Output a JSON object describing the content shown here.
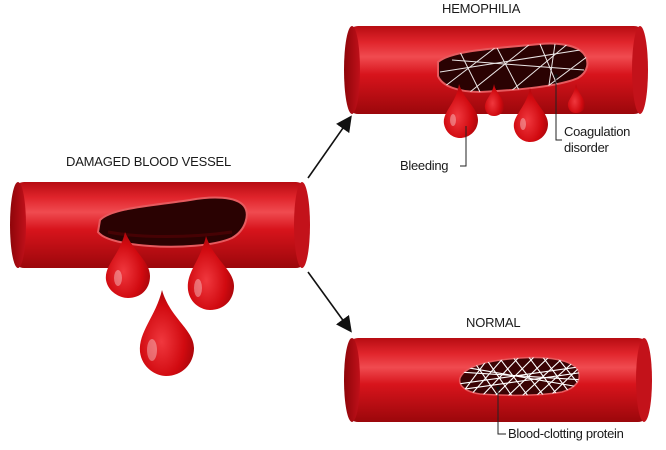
{
  "labels": {
    "damaged": "DAMAGED BLOOD VESSEL",
    "hemophilia": "HEMOPHILIA",
    "normal": "NORMAL",
    "bleeding": "Bleeding",
    "coagulation_line1": "Coagulation",
    "coagulation_line2": "disorder",
    "protein": "Blood-clotting protein"
  },
  "colors": {
    "vessel_dark": "#a3080c",
    "vessel_mid": "#d8141c",
    "vessel_light": "#f0454a",
    "cavity": "#2a0202",
    "drop": "#d4080e",
    "fibrin": "#ffffff",
    "text": "#1a1a1a"
  }
}
